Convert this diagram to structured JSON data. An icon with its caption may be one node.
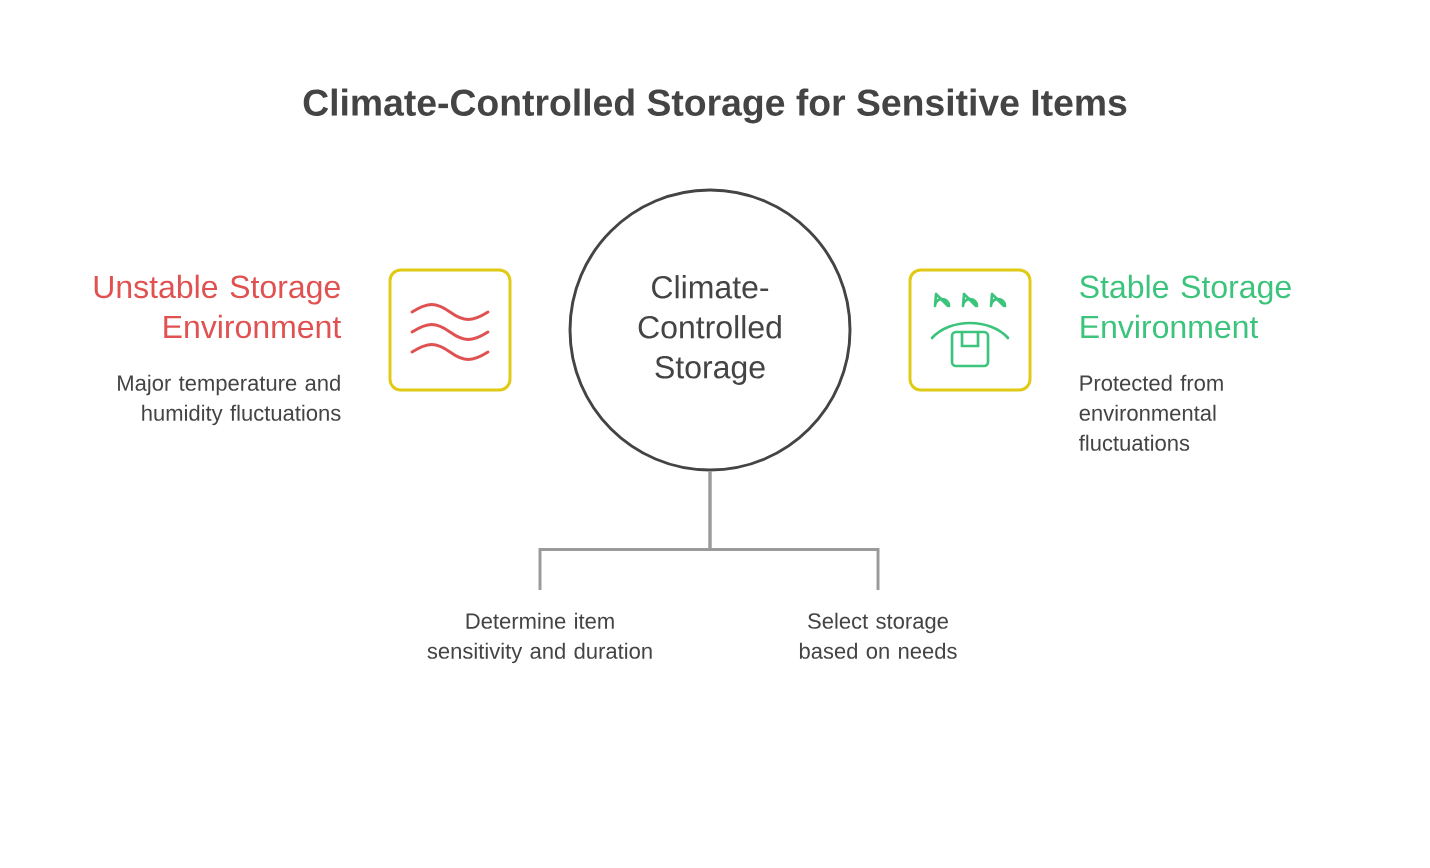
{
  "diagram": {
    "title": "Climate-Controlled Storage for Sensitive Items",
    "nodes": [
      {
        "text": [
          "Climate-Controlled Storage"
        ]
      },
      {
        "text": [
          "Determine item sensitivity and duration"
        ]
      },
      {
        "text": [
          "Select storage based on needs"
        ]
      }
    ],
    "edges": [
      {
        "from": 0,
        "to": 1,
        "arrow": "none"
      },
      {
        "from": 0,
        "to": 2,
        "arrow": "none"
      }
    ],
    "labels": [
      "Unstable Storage Environment",
      "Major temperature and humidity fluctuations",
      "Stable Storage Environment",
      "Protected from environmental fluctuations"
    ]
  }
}
